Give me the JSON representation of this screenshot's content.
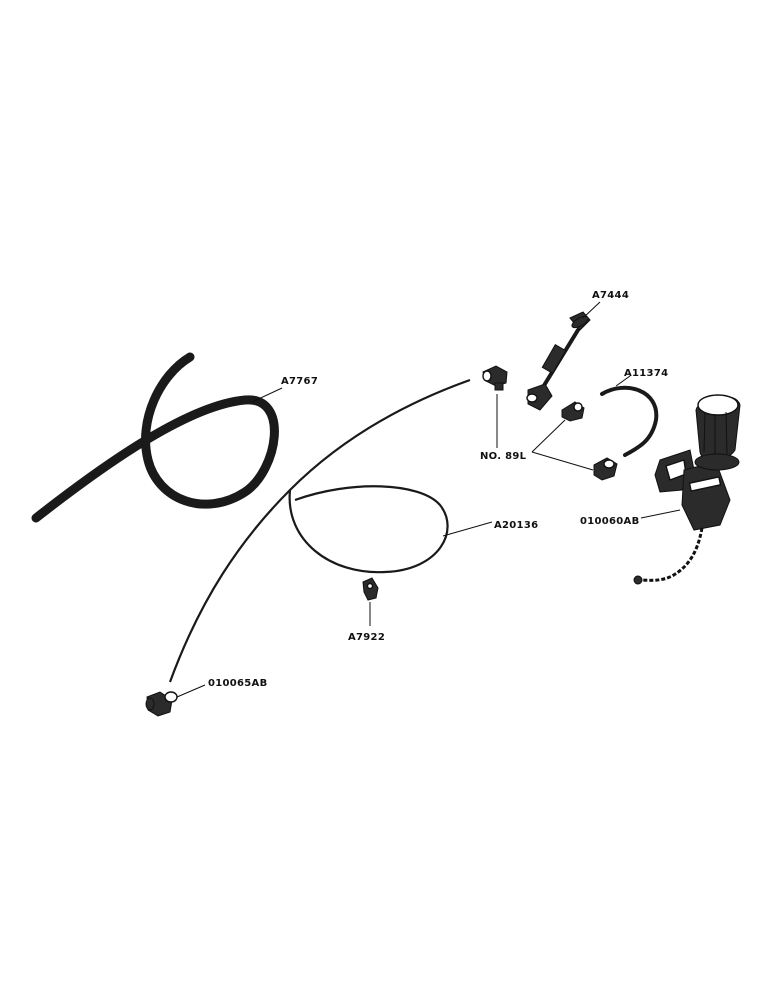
{
  "diagram": {
    "colors": {
      "ink": "#111111",
      "paper": "#ffffff"
    },
    "labels": {
      "a7444": "A7444",
      "a11374": "A11374",
      "a7767": "A7767",
      "no89l": "NO. 89L",
      "p010060ab": "010060AB",
      "a20136": "A20136",
      "a7922": "A7922",
      "p010065ab": "010065AB"
    }
  }
}
